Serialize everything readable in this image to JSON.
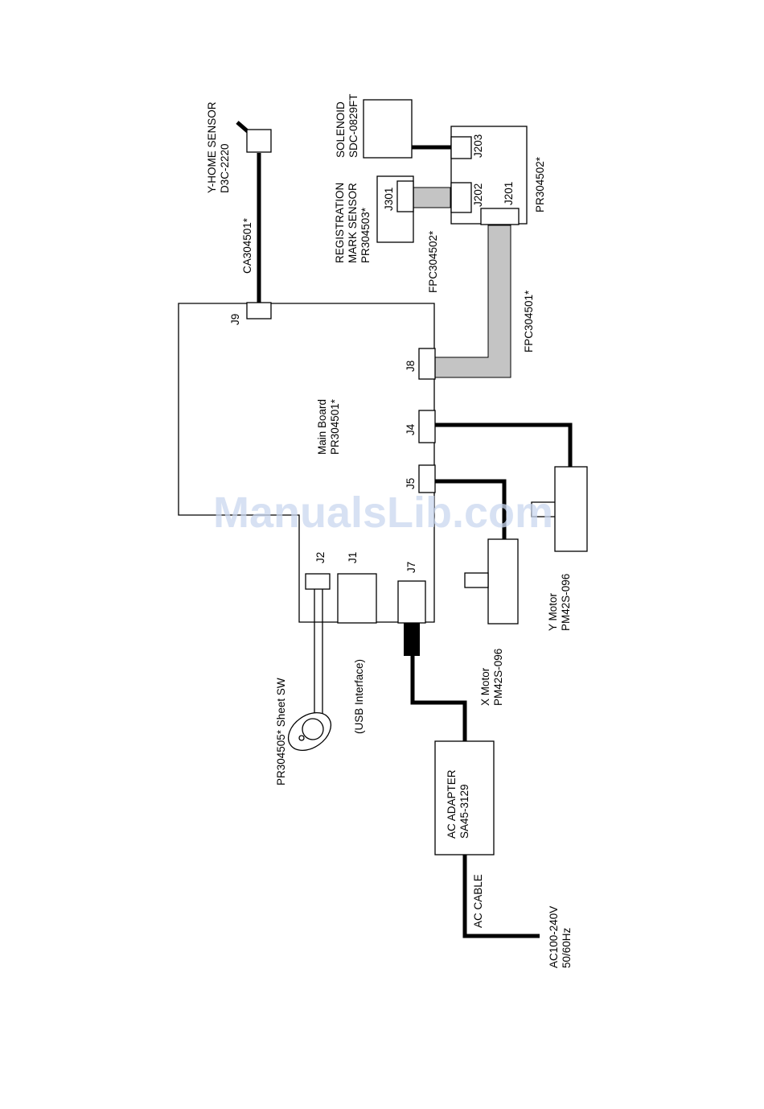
{
  "labels": {
    "y_home_sensor": [
      "Y-HOME SENSOR",
      "D3C-2220"
    ],
    "ca_cable": "CA304501*",
    "solenoid": [
      "SOLENOID",
      "SDC-0829FT"
    ],
    "reg_sensor": [
      "REGISTRATION",
      "MARK SENSOR",
      "PR304503*"
    ],
    "sub_board": "PR304502*",
    "fpc_short": "FPC304502*",
    "fpc_long": "FPC304501*",
    "main_board": [
      "Main Board",
      "PR304501*"
    ],
    "sheet_sw": "PR304505* Sheet SW",
    "usb": "(USB Interface)",
    "x_motor": [
      "X Motor",
      "PM42S-096"
    ],
    "y_motor": [
      "Y Motor",
      "PM42S-096"
    ],
    "ac_adapter": [
      "AC ADAPTER",
      "SA45-3129"
    ],
    "ac_cable": "AC CABLE",
    "ac_input": [
      "AC100-240V",
      "50/60Hz"
    ]
  },
  "connectors": {
    "j1": "J1",
    "j2": "J2",
    "j4": "J4",
    "j5": "J5",
    "j7": "J7",
    "j8": "J8",
    "j9": "J9",
    "j201": "J201",
    "j202": "J202",
    "j203": "J203",
    "j301": "J301"
  },
  "watermark": "ManualsLib.com"
}
